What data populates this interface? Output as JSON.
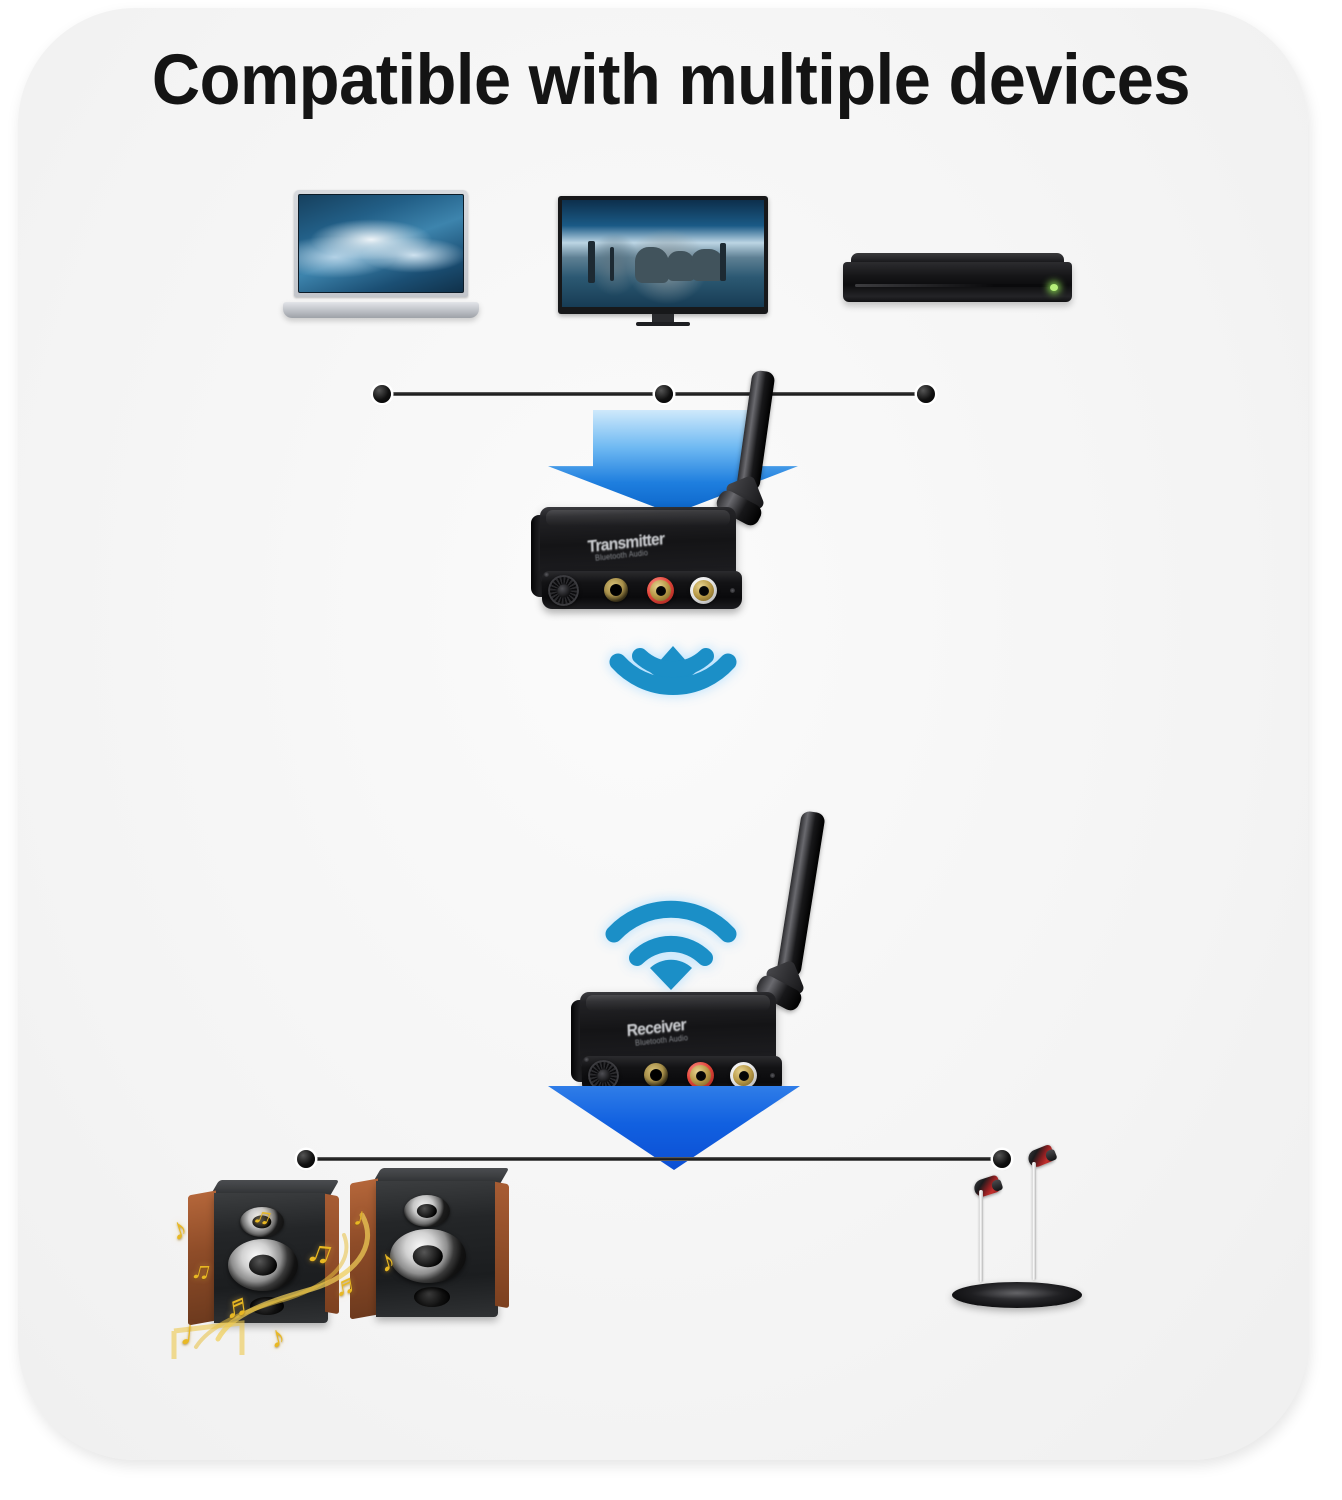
{
  "page": {
    "title": "Compatible with multiple devices",
    "background_color": "#ffffff",
    "card_color": "#f5f5f5",
    "accent_color": "#1160e0"
  },
  "sources": {
    "section_name": "audio source devices",
    "items": [
      {
        "name": "laptop",
        "label": "Laptop computer"
      },
      {
        "name": "tv",
        "label": "Flat screen TV"
      },
      {
        "name": "dvd-player",
        "label": "DVD / Blu-ray player"
      }
    ]
  },
  "transmitter": {
    "label": "Transmitter",
    "sublabel": "Bluetooth Audio",
    "ports": [
      {
        "name": "volume-knob",
        "label": "Volume knob"
      },
      {
        "name": "aux-jack",
        "label": "3.5mm AUX"
      },
      {
        "name": "rca-red",
        "label": "RCA R",
        "color": "#e2453a"
      },
      {
        "name": "rca-white",
        "label": "RCA L",
        "color": "#e6e6e6"
      }
    ],
    "antenna_label": "Antenna"
  },
  "receiver": {
    "label": "Receiver",
    "sublabel": "Bluetooth Audio",
    "ports": [
      {
        "name": "volume-knob",
        "label": "Volume knob"
      },
      {
        "name": "aux-jack",
        "label": "3.5mm AUX"
      },
      {
        "name": "rca-red",
        "label": "RCA R",
        "color": "#e2453a"
      },
      {
        "name": "rca-white",
        "label": "RCA L",
        "color": "#e6e6e6"
      }
    ],
    "antenna_label": "Antenna"
  },
  "signals": {
    "transmit_icon": "wifi-down-icon",
    "receive_icon": "wifi-up-icon",
    "arrow_down_top": "arrow-down-icon",
    "arrow_down_bottom": "arrow-down-icon",
    "wave_color": "#1b8fc7"
  },
  "outputs": {
    "section_name": "audio output devices",
    "items": [
      {
        "name": "speakers",
        "label": "Bookshelf speakers"
      },
      {
        "name": "earphones",
        "label": "In-ear earphones"
      }
    ],
    "music_notes": [
      "♪",
      "♫",
      "♬",
      "♩",
      "♪",
      "♫",
      "♬",
      "♩",
      "♪",
      "♫"
    ]
  },
  "connectors": {
    "top_line_nodes": 3,
    "bottom_line_nodes": 2
  }
}
